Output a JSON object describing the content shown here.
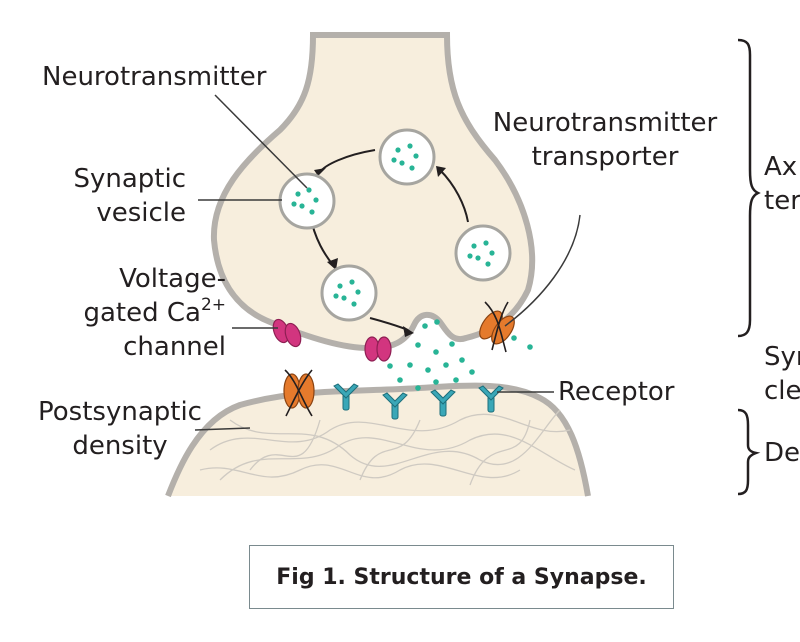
{
  "labels": {
    "neurotransmitter": "Neurotransmitter",
    "synaptic_vesicle_1": "Synaptic",
    "synaptic_vesicle_2": "vesicle",
    "voltage_gated_1": "Voltage-",
    "voltage_gated_2": "gated Ca",
    "voltage_gated_sup": "2+",
    "voltage_gated_3": "channel",
    "postsynaptic_density_1": "Postsynaptic",
    "postsynaptic_density_2": "density",
    "transporter_1": "Neurotransmitter",
    "transporter_2": "transporter",
    "receptor": "Receptor",
    "axon_terminal_1": "Ax",
    "axon_terminal_2": "ter",
    "synaptic_cleft_1": "Syr",
    "synaptic_cleft_2": "cle",
    "dendrite": "De"
  },
  "caption": "Fig 1. Structure of a Synapse.",
  "colors": {
    "cell_fill": "#f7eedd",
    "membrane": "#b4b0ab",
    "vesicle_dots": "#28b496",
    "calcium_channel": "#d2357f",
    "transporter": "#e57a2c",
    "receptor": "#3aa7b7",
    "text": "#231f20"
  }
}
